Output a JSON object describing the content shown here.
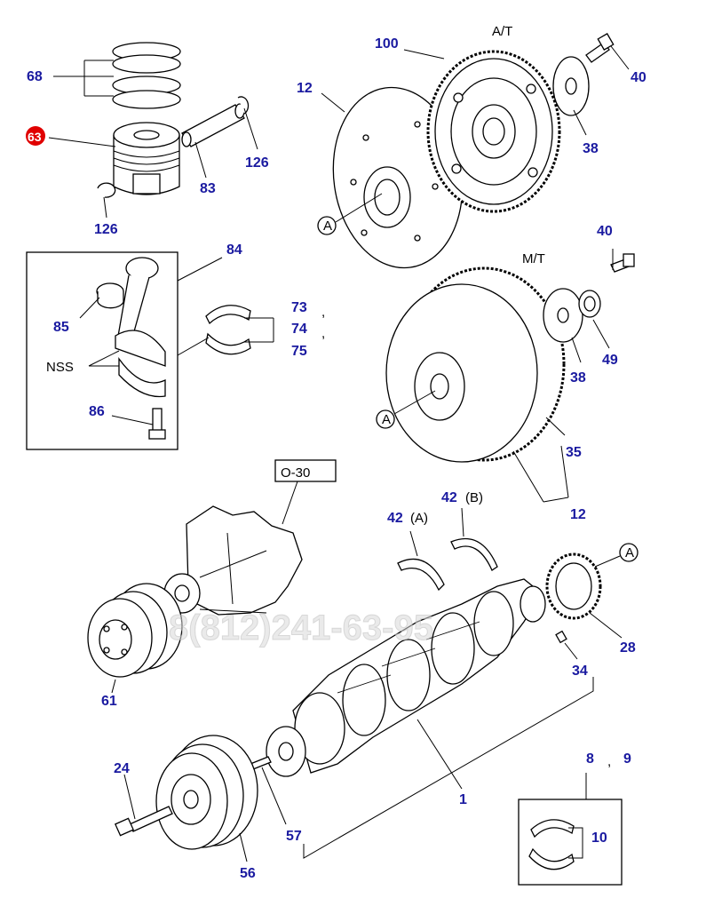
{
  "watermark": "8(812)241-63-95",
  "labels": {
    "l68": "68",
    "l63": "63",
    "l126a": "126",
    "l83": "83",
    "l126b": "126",
    "l84": "84",
    "l85": "85",
    "l73": "73",
    "l74": "74",
    "l75": "75",
    "lnss": "NSS",
    "l86": "86",
    "l100": "100",
    "l12a": "12",
    "l40a": "40",
    "l38a": "38",
    "lA1": "A",
    "lat": "A/T",
    "lmt": "M/T",
    "l40b": "40",
    "l49": "49",
    "l38b": "38",
    "lA2": "A",
    "l35": "35",
    "l12b": "12",
    "lo30": "O-30",
    "l42a": "42",
    "l42a_s": "(A)",
    "l42b": "42",
    "l42b_s": "(B)",
    "lA3": "A",
    "l28": "28",
    "l34": "34",
    "l61": "61",
    "l1": "1",
    "l24": "24",
    "l57": "57",
    "l56": "56",
    "l8": "8",
    "l9": "9",
    "l10": "10",
    "comma1": ",",
    "comma2": ",",
    "comma3": ","
  },
  "selected_part": "63",
  "colors": {
    "label": "#1a1aa0",
    "highlight": "#e00000",
    "line": "#000000"
  }
}
